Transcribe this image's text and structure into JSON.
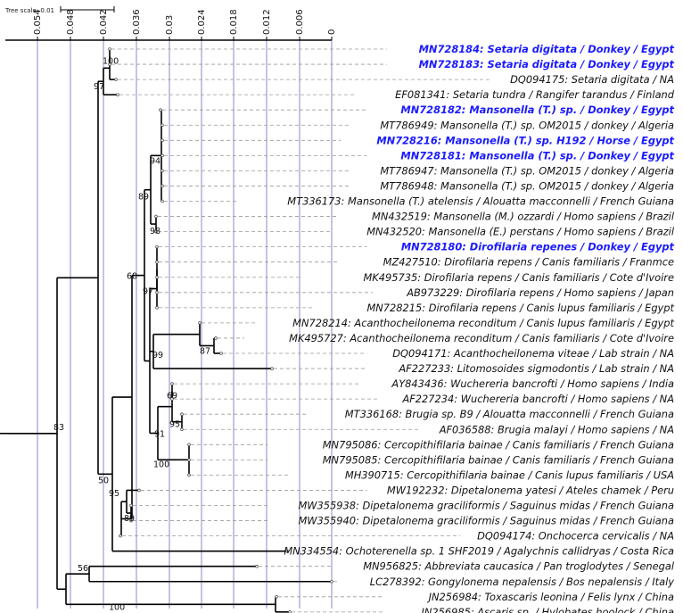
{
  "scale": {
    "title": "Tree scale: 0.01"
  },
  "axis": {
    "ticks": [
      "0.054",
      "0.048",
      "0.042",
      "0.036",
      "0.03",
      "0.024",
      "0.018",
      "0.012",
      "0.006",
      "0"
    ]
  },
  "colors": {
    "highlight": "#1a1aff",
    "grid": "#8a8ac8",
    "text": "#111111"
  },
  "leaves": [
    {
      "label": "MN728184: Setaria digitata / Donkey / Egypt",
      "highlight": true
    },
    {
      "label": "MN728183: Setaria digitata / Donkey / Egypt",
      "highlight": true
    },
    {
      "label": "DQ094175: Setaria digitata / NA",
      "highlight": false
    },
    {
      "label": "EF081341: Setaria tundra / Rangifer tarandus / Finland",
      "highlight": false
    },
    {
      "label": "MN728182: Mansonella (T.) sp. / Donkey / Egypt",
      "highlight": true
    },
    {
      "label": "MT786949: Mansonella (T.) sp. OM2015 / donkey / Algeria",
      "highlight": false
    },
    {
      "label": "MN728216: Mansonella (T.) sp. H192 / Horse / Egypt",
      "highlight": true
    },
    {
      "label": "MN728181: Mansonella (T.) sp. / Donkey / Egypt",
      "highlight": true
    },
    {
      "label": "MT786947: Mansonella (T.) sp. OM2015 / donkey / Algeria",
      "highlight": false
    },
    {
      "label": "MT786948: Mansonella (T.) sp. OM2015 / donkey / Algeria",
      "highlight": false
    },
    {
      "label": "MT336173: Mansonella (T.) atelensis / Alouatta macconnelli / French Guiana",
      "highlight": false
    },
    {
      "label": "MN432519: Mansonella (M.) ozzardi / Homo sapiens / Brazil",
      "highlight": false
    },
    {
      "label": "MN432520: Mansonella (E.) perstans / Homo sapiens / Brazil",
      "highlight": false
    },
    {
      "label": "MN728180: Dirofilaria repenes / Donkey / Egypt",
      "highlight": true
    },
    {
      "label": "MZ427510: Dirofilaria repens / Canis familiaris / Franmce",
      "highlight": false
    },
    {
      "label": "MK495735: Dirofilaria repens / Canis familiaris / Cote d'Ivoire",
      "highlight": false
    },
    {
      "label": "AB973229: Dirofilaria repens / Homo sapiens / Japan",
      "highlight": false
    },
    {
      "label": "MN728215: Dirofilaria repens / Canis lupus familiaris / Egypt",
      "highlight": false
    },
    {
      "label": "MN728214: Acanthocheilonema reconditum / Canis lupus familiaris / Egypt",
      "highlight": false
    },
    {
      "label": "MK495727: Acanthocheilonema reconditum / Canis familiaris / Cote d'Ivoire",
      "highlight": false
    },
    {
      "label": "DQ094171: Acanthocheilonema viteae / Lab strain / NA",
      "highlight": false
    },
    {
      "label": "AF227233: Litomosoides sigmodontis / Lab strain / NA",
      "highlight": false
    },
    {
      "label": "AY843436: Wuchereria bancrofti / Homo sapiens / India",
      "highlight": false
    },
    {
      "label": "AF227234: Wuchereria bancrofti / Homo sapiens / NA",
      "highlight": false
    },
    {
      "label": "MT336168: Brugia sp. B9 / Alouatta macconnelli / French Guiana",
      "highlight": false
    },
    {
      "label": "AF036588: Brugia malayi / Homo sapiens / NA",
      "highlight": false
    },
    {
      "label": "MN795086: Cercopithifilaria bainae / Canis familiaris / French Guiana",
      "highlight": false
    },
    {
      "label": "MN795085: Cercopithifilaria bainae / Canis familiaris / French Guiana",
      "highlight": false
    },
    {
      "label": "MH390715: Cercopithifilaria bainae / Canis lupus familiaris / USA",
      "highlight": false
    },
    {
      "label": "MW192232: Dipetalonema yatesi / Ateles chamek / Peru",
      "highlight": false
    },
    {
      "label": "MW355938: Dipetalonema graciliformis / Saguinus midas / French Guiana",
      "highlight": false
    },
    {
      "label": "MW355940: Dipetalonema graciliformis / Saguinus midas / French Guiana",
      "highlight": false
    },
    {
      "label": "DQ094174: Onchocerca cervicalis / NA",
      "highlight": false
    },
    {
      "label": "MN334554: Ochoterenella sp. 1 SHF2019 / Agalychnis callidryas / Costa Rica",
      "highlight": false
    },
    {
      "label": "MN956825: Abbreviata caucasica / Pan troglodytes / Senegal",
      "highlight": false
    },
    {
      "label": "LC278392: Gongylonema nepalensis / Bos nepalensis / Italy",
      "highlight": false
    },
    {
      "label": "JN256984: Toxascaris leonina / Felis lynx / China",
      "highlight": false
    },
    {
      "label": "JN256985: Ascaris sp. / Hylobates hoolock / China",
      "highlight": false
    }
  ],
  "bootstrap": [
    "100",
    "97",
    "94",
    "89",
    "98",
    "68",
    "97",
    "99",
    "87",
    "83",
    "69",
    "91",
    "95",
    "100",
    "95",
    "50",
    "89",
    "56",
    "100"
  ]
}
